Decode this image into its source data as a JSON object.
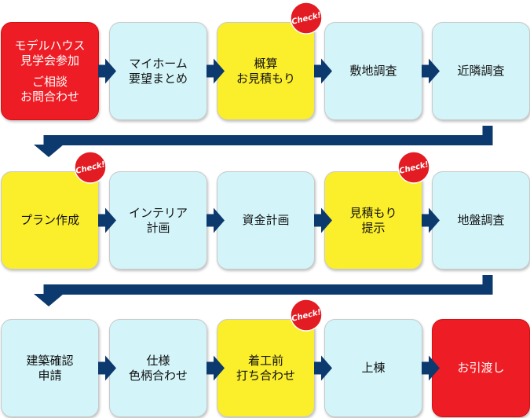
{
  "colors": {
    "red": "#ee1c24",
    "light_blue": "#d3f5fa",
    "yellow": "#fbee2b",
    "arrow": "#0d3a6e",
    "badge": "#e31b23"
  },
  "badge_label": "Check!",
  "steps": [
    {
      "lines": [
        "モデルハウス",
        "見学会参加",
        "",
        "ご相談",
        "お問合わせ"
      ],
      "color": "red",
      "check": false
    },
    {
      "lines": [
        "マイホーム",
        "要望まとめ"
      ],
      "color": "light_blue",
      "check": false
    },
    {
      "lines": [
        "概算",
        "お見積もり"
      ],
      "color": "yellow",
      "check": true
    },
    {
      "lines": [
        "敷地調査"
      ],
      "color": "light_blue",
      "check": false
    },
    {
      "lines": [
        "近隣調査"
      ],
      "color": "light_blue",
      "check": false
    },
    {
      "lines": [
        "プラン作成"
      ],
      "color": "yellow",
      "check": true
    },
    {
      "lines": [
        "インテリア",
        "計画"
      ],
      "color": "light_blue",
      "check": false
    },
    {
      "lines": [
        "資金計画"
      ],
      "color": "light_blue",
      "check": false
    },
    {
      "lines": [
        "見積もり",
        "提示"
      ],
      "color": "yellow",
      "check": true
    },
    {
      "lines": [
        "地盤調査"
      ],
      "color": "light_blue",
      "check": false
    },
    {
      "lines": [
        "建築確認",
        "申請"
      ],
      "color": "light_blue",
      "check": false
    },
    {
      "lines": [
        "仕様",
        "色柄合わせ"
      ],
      "color": "light_blue",
      "check": false
    },
    {
      "lines": [
        "着工前",
        "打ち合わせ"
      ],
      "color": "yellow",
      "check": true
    },
    {
      "lines": [
        "上棟"
      ],
      "color": "light_blue",
      "check": false
    },
    {
      "lines": [
        "お引渡し"
      ],
      "color": "red",
      "check": false
    }
  ]
}
